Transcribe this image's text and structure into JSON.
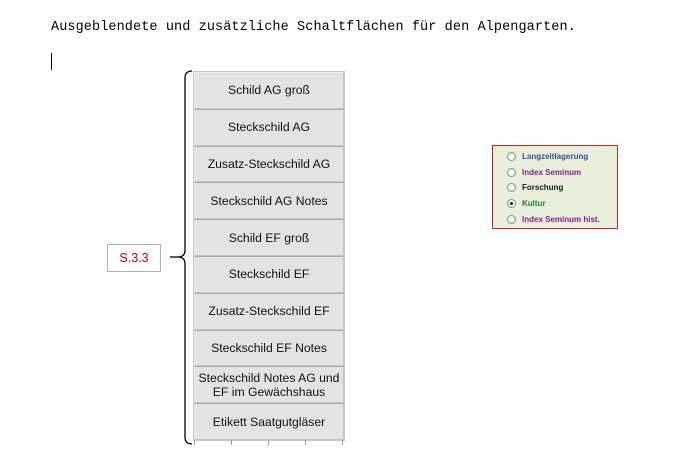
{
  "heading": "Ausgeblendete und zusätzliche Schaltflächen für den Alpengarten.",
  "reference_label": "S.3.3",
  "buttons": [
    {
      "label": "Schild AG groß"
    },
    {
      "label": "Steckschild AG"
    },
    {
      "label": "Zusatz-Steckschild AG"
    },
    {
      "label": "Steckschild AG Notes"
    },
    {
      "label": "Schild EF groß"
    },
    {
      "label": "Steckschild EF"
    },
    {
      "label": "Zusatz-Steckschild EF"
    },
    {
      "label": "Steckschild EF Notes"
    },
    {
      "label": "Steckschild Notes AG und EF im Gewächshaus"
    },
    {
      "label": "Etikett Saatgutgläser"
    }
  ],
  "radio_options": [
    {
      "label": "Langzeitlagerung",
      "color": "#3b4a9a",
      "selected": false
    },
    {
      "label": "Index Seminum",
      "color": "#8a1f8a",
      "selected": false
    },
    {
      "label": "Forschung",
      "color": "#1a1a1a",
      "selected": false
    },
    {
      "label": "Kultur",
      "color": "#1b8a2a",
      "selected": true
    },
    {
      "label": "Index Seminum hist.",
      "color": "#8a1f8a",
      "selected": false
    }
  ],
  "colors": {
    "reference_text": "#c00000",
    "radio_panel_border": "#d21f1f",
    "radio_panel_background": "#e8efdc"
  }
}
